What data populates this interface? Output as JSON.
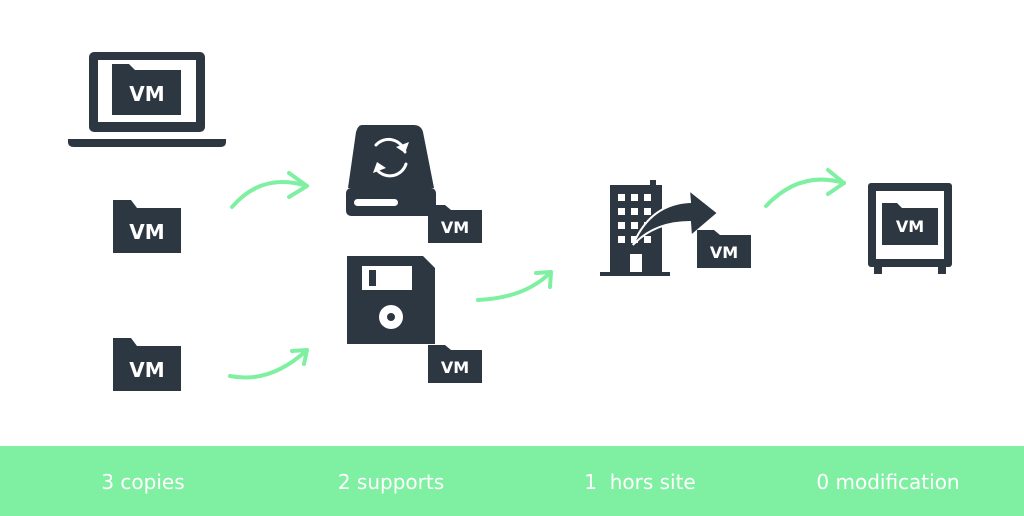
{
  "colors": {
    "icon": "#2d3742",
    "arrow": "#7ff0a2",
    "footer_bg": "#7ff0a2",
    "footer_text": "#ffffff"
  },
  "vm_label": "VM",
  "icons": [
    "laptop-icon",
    "folder-icon",
    "hard-drive-sync-icon",
    "floppy-disk-icon",
    "office-building-icon",
    "share-arrow-icon",
    "safe-box-icon",
    "arrow-icon"
  ],
  "footer": {
    "items": [
      "3 copies",
      "2 supports",
      "1  hors site",
      "0 modification"
    ]
  }
}
